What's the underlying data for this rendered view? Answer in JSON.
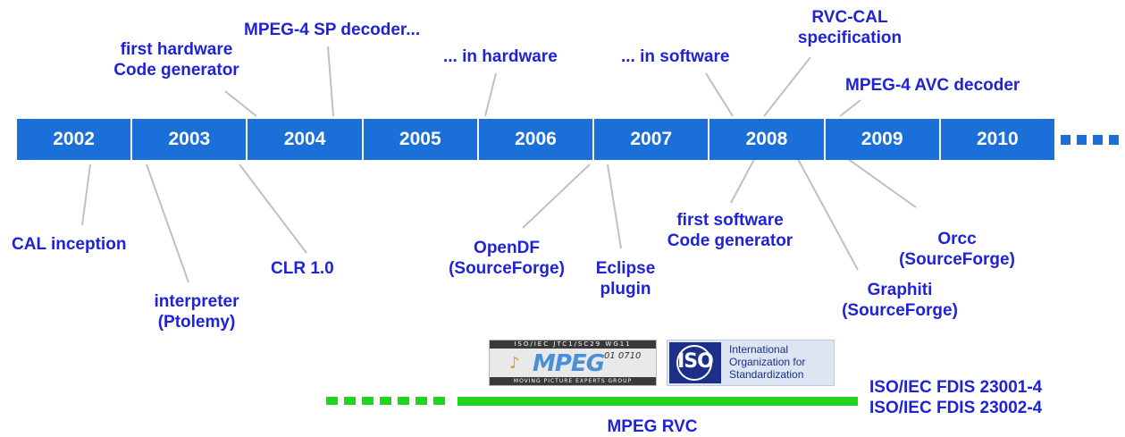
{
  "timeline": {
    "years": [
      "2002",
      "2003",
      "2004",
      "2005",
      "2006",
      "2007",
      "2008",
      "2009",
      "2010"
    ]
  },
  "top_labels": {
    "first_hw_codegen": [
      "first hardware",
      "Code generator"
    ],
    "mpeg4_sp_decoder": "MPEG-4 SP decoder...",
    "in_hardware": "... in hardware",
    "in_software": "... in software",
    "rvc_cal_spec": [
      "RVC-CAL",
      "specification"
    ],
    "mpeg4_avc_decoder": "MPEG-4 AVC decoder"
  },
  "bottom_labels": {
    "cal_inception": "CAL inception",
    "interpreter": [
      "interpreter",
      "(Ptolemy)"
    ],
    "clr": "CLR 1.0",
    "opendf": [
      "OpenDF",
      "(SourceForge)"
    ],
    "eclipse": [
      "Eclipse",
      "plugin"
    ],
    "first_sw_codegen": [
      "first software",
      "Code generator"
    ],
    "graphiti": [
      "Graphiti",
      "(SourceForge)"
    ],
    "orcc": [
      "Orcc",
      "(SourceForge)"
    ]
  },
  "logos": {
    "mpeg": {
      "top_text": "ISO/IEC JTC1/SC29 WG11",
      "word": "MPEG",
      "bottom_text": "MOVING PICTURE EXPERTS GROUP"
    },
    "iso": {
      "mark": "ISO",
      "name": [
        "International",
        "Organization for",
        "Standardization"
      ]
    }
  },
  "standards": [
    "ISO/IEC FDIS 23001-4",
    "ISO/IEC FDIS 23002-4"
  ],
  "rvc_label": "MPEG RVC",
  "colors": {
    "text": "#1f23d8",
    "bar": "#1a6fd8",
    "rvc_bar": "#22d420",
    "leader": "#c0c0c0"
  }
}
